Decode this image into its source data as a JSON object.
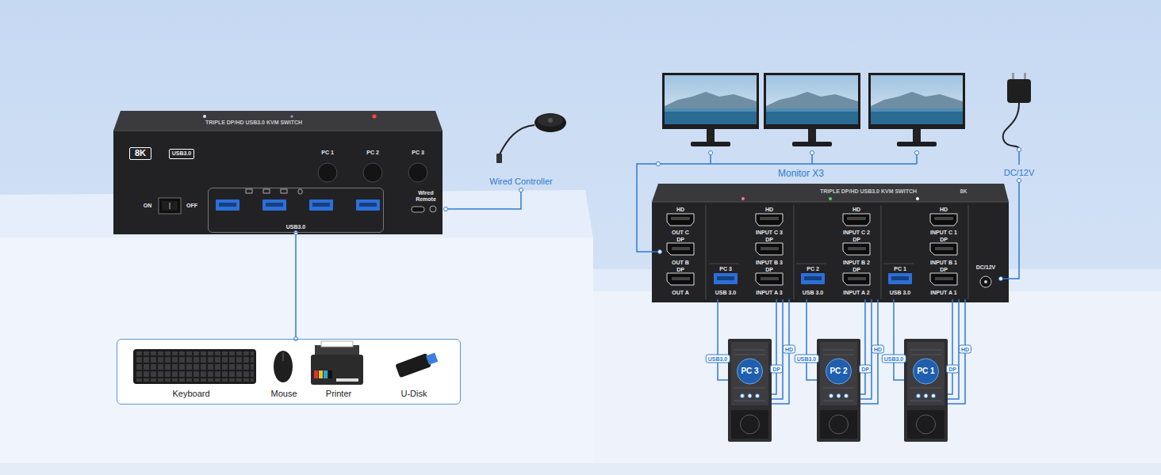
{
  "diagram": {
    "nodes": [
      {
        "text": [
          "TRIPLE DP/HD USB3.0 KVM SWITCH"
        ]
      },
      {
        "text": [
          "8K"
        ],
        "in": 0
      },
      {
        "text": [
          "USB3.0"
        ],
        "in": 0
      },
      {
        "text": [
          "USB3.0"
        ],
        "in": 0
      },
      {
        "text": [
          "Wired Remote"
        ],
        "in": 0
      },
      {
        "text": [
          "Wired Controller"
        ]
      },
      {
        "text": [
          "Keyboard",
          "Mouse",
          "Printer",
          "U-Disk"
        ]
      },
      {
        "text": [
          "Monitor X3"
        ]
      },
      {
        "text": [
          "DC/12V"
        ]
      },
      {
        "text": [
          "TRIPLE DP/HD USB3.0 KVM SWITCH"
        ]
      },
      {
        "text": [
          "HD",
          "OUT C",
          "DP",
          "OUT B",
          "DP",
          "OUT A"
        ],
        "in": 9
      },
      {
        "text": [
          "HD",
          "INPUT C 3",
          "DP",
          "INPUT B 3",
          "PC 3",
          "DP",
          "USB 3.0",
          "INPUT A 3"
        ],
        "in": 9
      },
      {
        "text": [
          "HD",
          "INPUT C 2",
          "DP",
          "INPUT B 2",
          "PC 2",
          "DP",
          "USB 3.0",
          "INPUT A 2"
        ],
        "in": 9
      },
      {
        "text": [
          "HD",
          "INPUT C 1",
          "DP",
          "INPUT B 1",
          "PC 1",
          "DP",
          "USB 3.0",
          "INPUT A 1"
        ],
        "in": 9
      },
      {
        "text": [
          "DC/12V"
        ],
        "in": 9
      },
      {
        "text": [
          "PC 3"
        ]
      },
      {
        "text": [
          "PC 2"
        ]
      },
      {
        "text": [
          "PC 1"
        ]
      }
    ],
    "edges": [
      {
        "from": 3,
        "to": 6,
        "arrow": "none"
      },
      {
        "from": 4,
        "to": 5,
        "arrow": "none"
      },
      {
        "from": 7,
        "to": 10,
        "arrow": "none"
      },
      {
        "from": 8,
        "to": 14,
        "arrow": "none"
      },
      {
        "from": 15,
        "to": 11,
        "label": "USB3.0",
        "arrow": "none"
      },
      {
        "from": 15,
        "to": 11,
        "label": "DP",
        "arrow": "none"
      },
      {
        "from": 15,
        "to": 11,
        "arrow": "none"
      },
      {
        "from": 15,
        "to": 11,
        "label": "HD",
        "arrow": "none"
      },
      {
        "from": 16,
        "to": 12,
        "label": "USB3.0",
        "arrow": "none"
      },
      {
        "from": 16,
        "to": 12,
        "label": "DP",
        "arrow": "none"
      },
      {
        "from": 16,
        "to": 12,
        "arrow": "none"
      },
      {
        "from": 16,
        "to": 12,
        "label": "HD",
        "arrow": "none"
      },
      {
        "from": 17,
        "to": 13,
        "label": "USB3.0",
        "arrow": "none"
      },
      {
        "from": 17,
        "to": 13,
        "label": "DP",
        "arrow": "none"
      },
      {
        "from": 17,
        "to": 13,
        "arrow": "none"
      },
      {
        "from": 17,
        "to": 13,
        "label": "HD",
        "arrow": "none"
      }
    ],
    "labels": [
      "PC 1",
      "PC 2",
      "PC 3",
      "ON",
      "OFF",
      "8K"
    ]
  }
}
